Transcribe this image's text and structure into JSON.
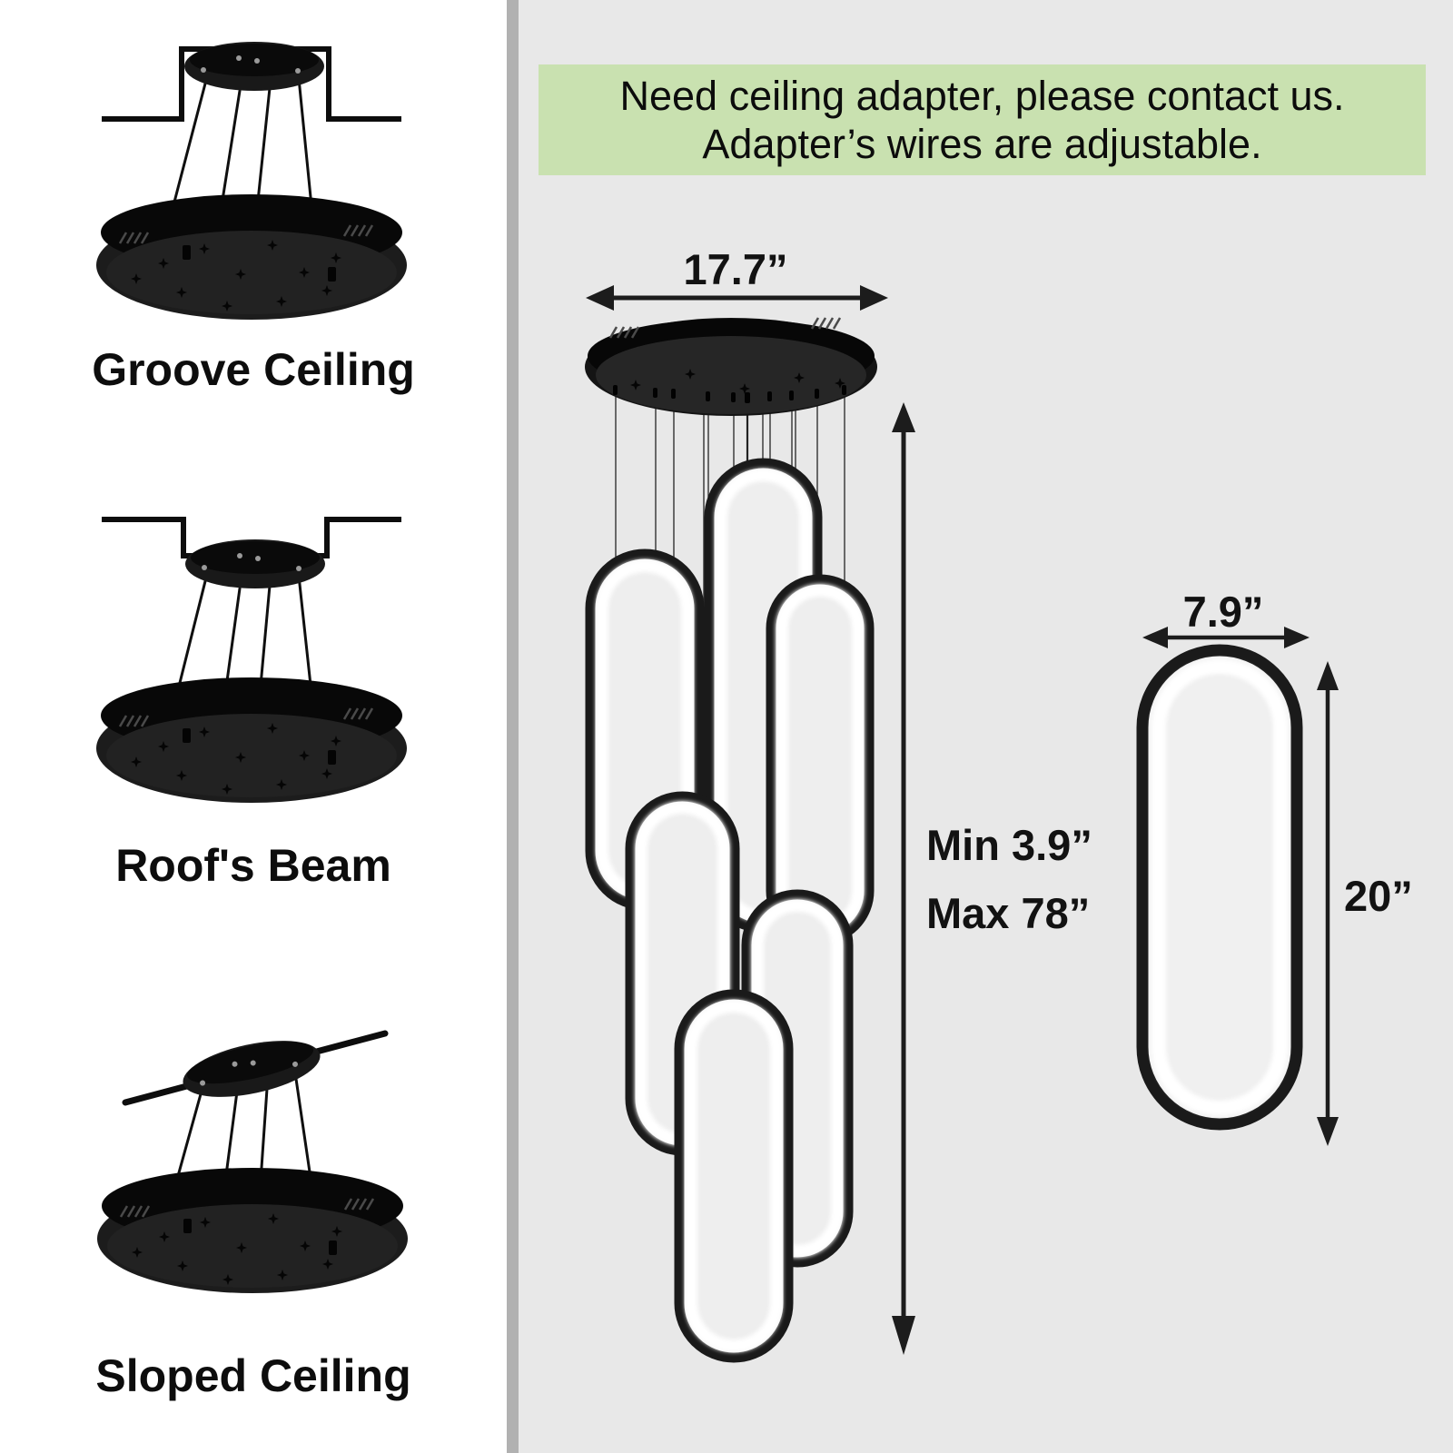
{
  "colors": {
    "left_panel_bg": "#ffffff",
    "main_panel_bg": "#e8e8e8",
    "divider": "#b1b1b1",
    "banner_bg": "#c9e1b0",
    "text": "#0d0d0d",
    "fixture_black": "#141414",
    "led_white": "#ffffff"
  },
  "banner": {
    "line1": "Need ceiling adapter, please contact us.",
    "line2": "Adapter’s wires are adjustable."
  },
  "installation_options": [
    {
      "label": "Groove Ceiling"
    },
    {
      "label": "Roof's Beam"
    },
    {
      "label": "Sloped Ceiling"
    }
  ],
  "chandelier": {
    "ring_count": 6,
    "canopy_width_label": "17.7”",
    "drop_min_label": "Min 3.9”",
    "drop_max_label": "Max 78”"
  },
  "single_ring": {
    "width_label": "7.9”",
    "height_label": "20”"
  }
}
